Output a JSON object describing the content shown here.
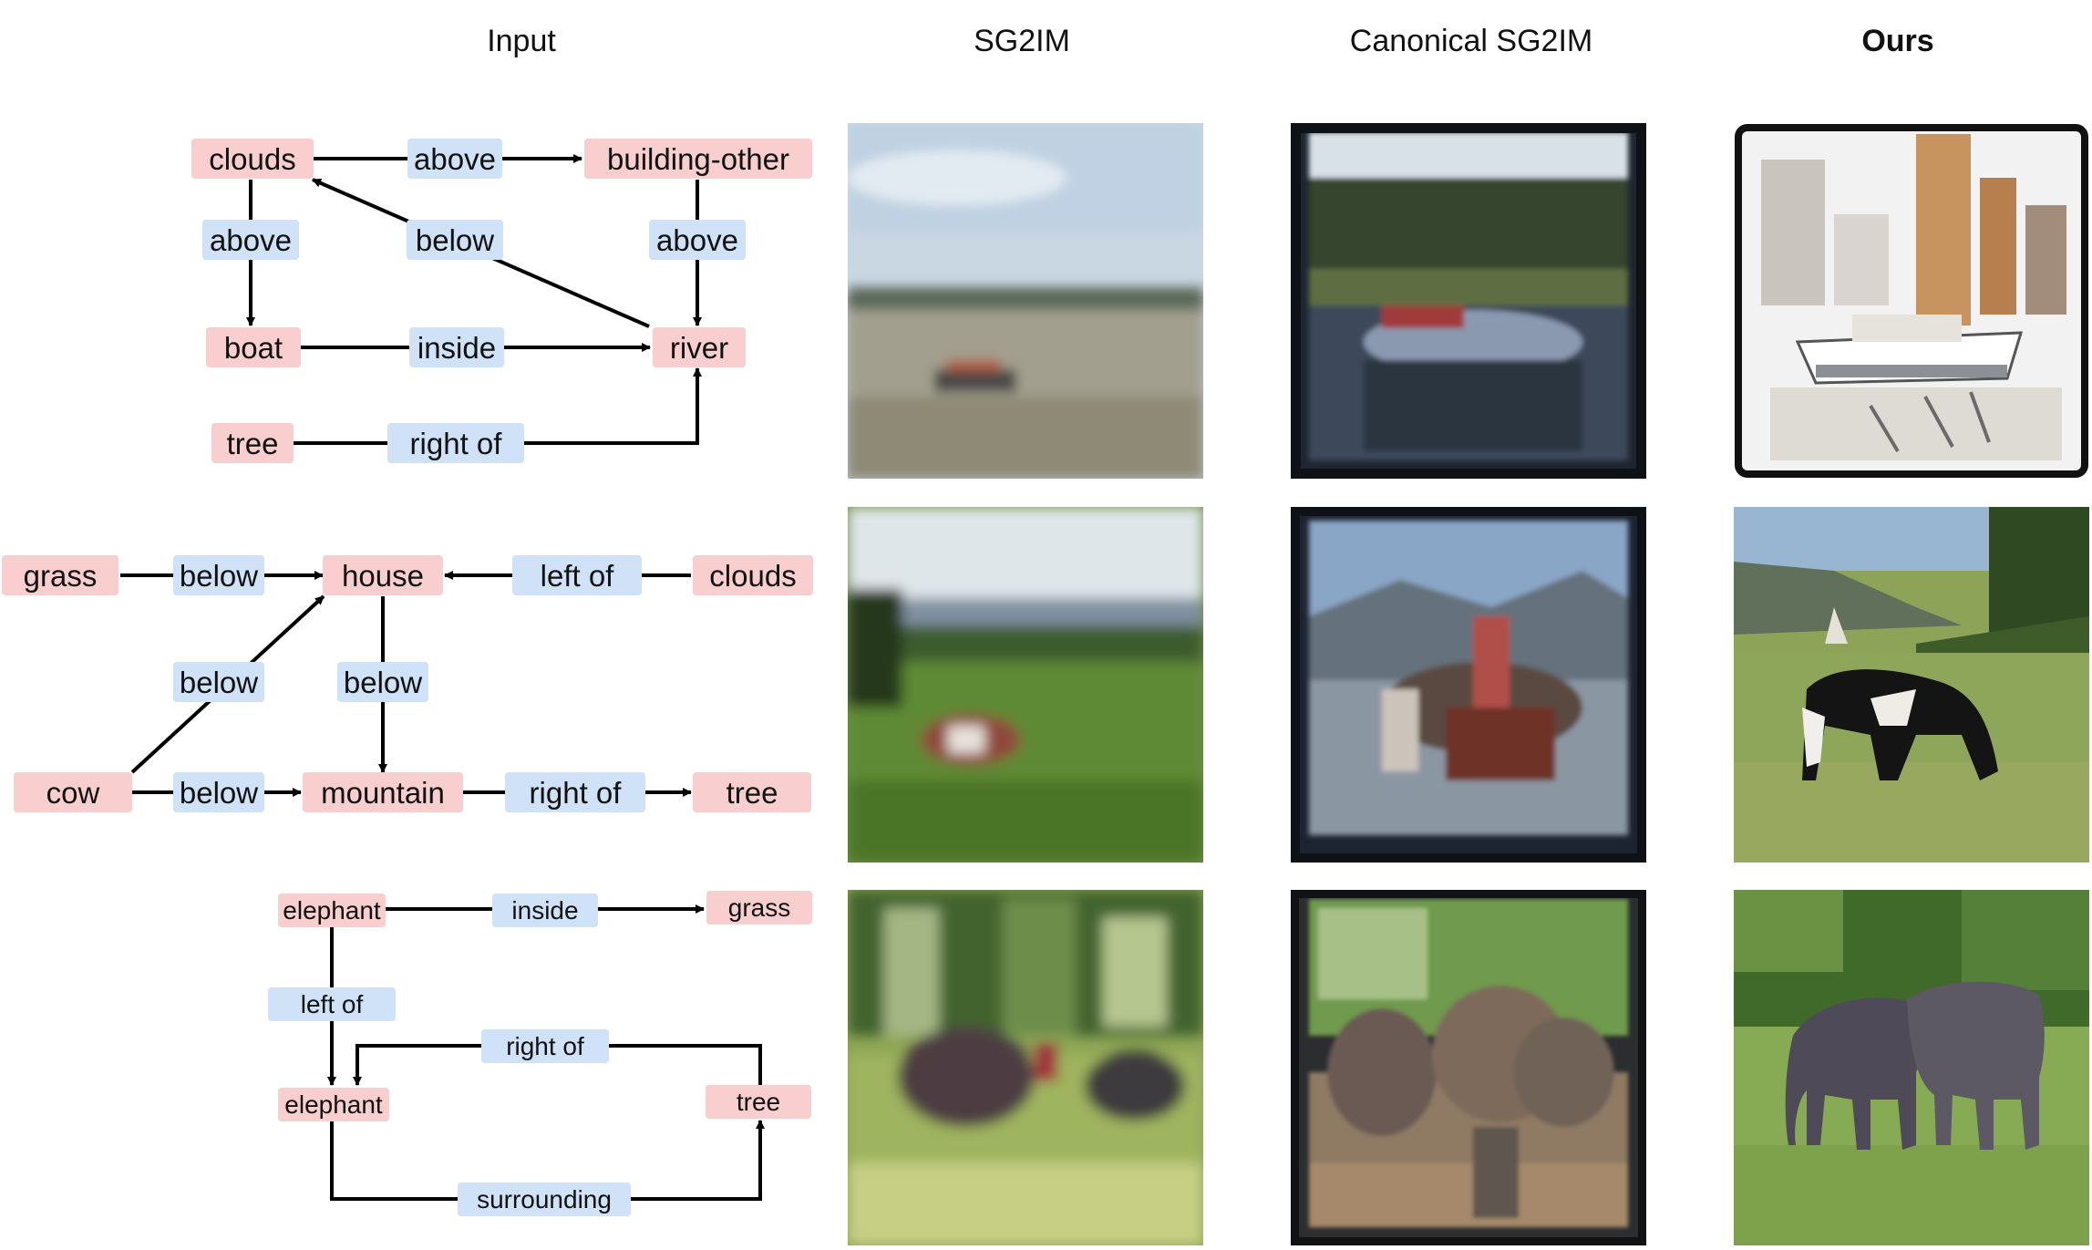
{
  "headers": {
    "input": "Input",
    "sg2im": "SG2IM",
    "canonical": "Canonical SG2IM",
    "ours": "Ours"
  },
  "colors": {
    "object_node": "#f8cece",
    "relation_node": "#cfe2f8",
    "arrow": "#000000"
  },
  "graphs": [
    {
      "objects": [
        "clouds",
        "building-other",
        "boat",
        "river",
        "tree"
      ],
      "relations": [
        "above",
        "above",
        "below",
        "above",
        "inside",
        "right of"
      ]
    },
    {
      "objects": [
        "grass",
        "house",
        "clouds",
        "cow",
        "mountain",
        "tree"
      ],
      "relations": [
        "below",
        "left of",
        "below",
        "below",
        "below",
        "right of"
      ]
    },
    {
      "objects": [
        "elephant",
        "grass",
        "elephant",
        "tree"
      ],
      "relations": [
        "inside",
        "left of",
        "right of",
        "surrounding"
      ]
    }
  ],
  "images": [
    {
      "row": 1,
      "sg2im": "boat on blurry river",
      "canonical": "boat on river with trees",
      "ours": "white boat with buildings, framed"
    },
    {
      "row": 2,
      "sg2im": "cow on green grass with mountains",
      "canonical": "people and animals near mountains",
      "ours": "black and white cow grazing"
    },
    {
      "row": 3,
      "sg2im": "two blurry elephants in grass",
      "canonical": "group of elephants",
      "ours": "two elephants on grass"
    }
  ]
}
